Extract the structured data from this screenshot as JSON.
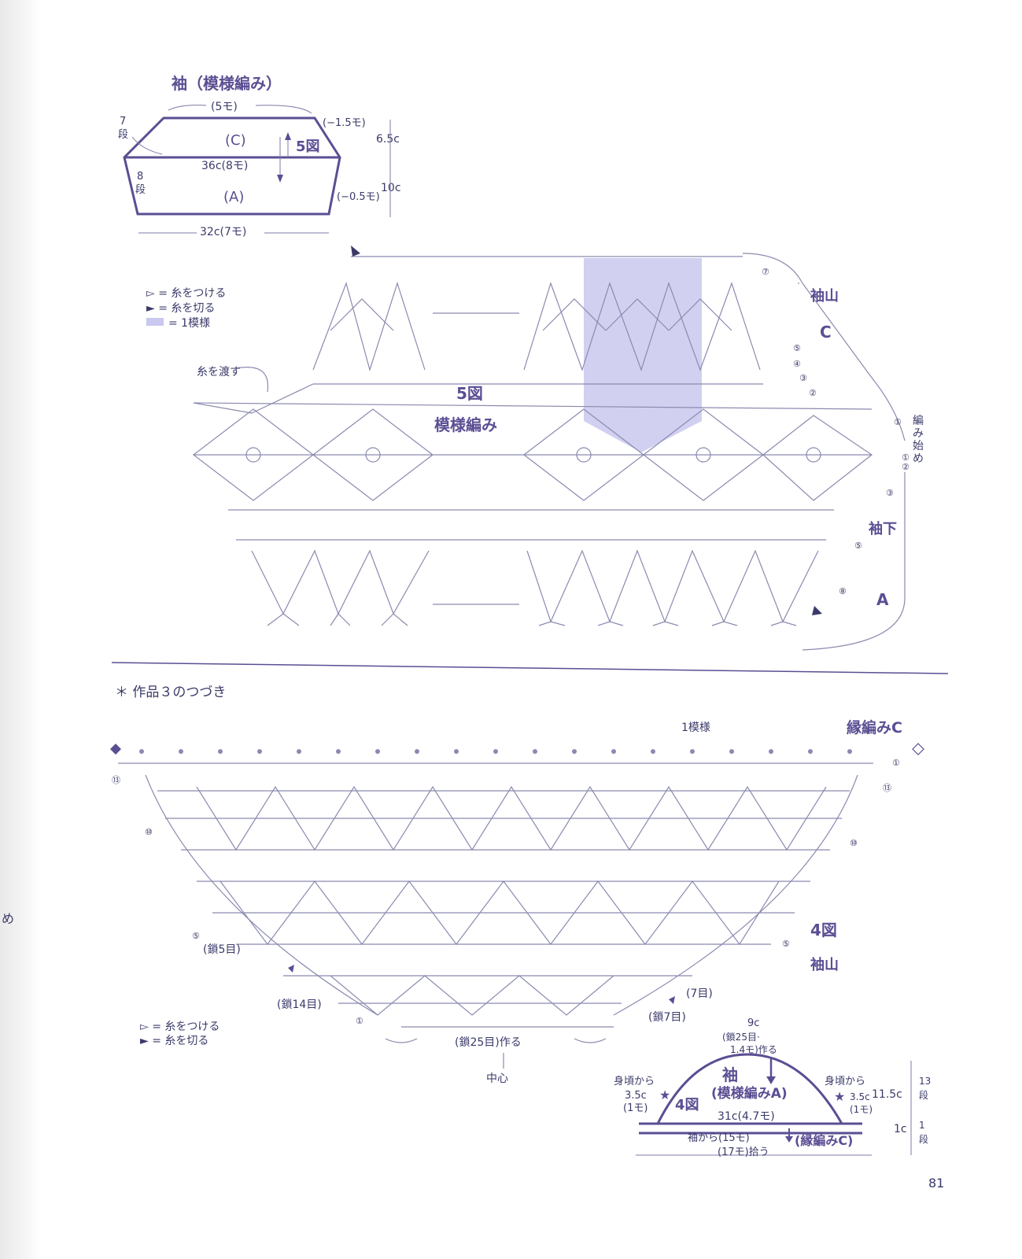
{
  "colors": {
    "accent": "#5b4e93",
    "ink": "#3a3a6a",
    "highlight": "#c9c8ef",
    "line": "#7b7ba8"
  },
  "margin_char": "め",
  "sleeve_schematic": {
    "title": "袖（模様編み）",
    "top": "(5モ)",
    "left_rows": [
      "7",
      "段"
    ],
    "left_rows_lower": [
      "8",
      "段"
    ],
    "sec_c": "(C)",
    "sec_a": "(A)",
    "arrow_label": "5図",
    "mid": "36c(8モ)",
    "dec_top": "(−1.5モ)",
    "dec_bottom": "(−0.5モ)",
    "h_top": "6.5c",
    "h_bottom": "10c",
    "bottom": "32c(7モ)"
  },
  "legend_top": {
    "attach": "▻ = 糸をつける",
    "cut": "► = 糸を切る",
    "repeat": "= 1模様"
  },
  "figure5": {
    "label": "5図",
    "sublabel": "模様編み",
    "carry": "糸を渡す",
    "sode_yama": "袖山",
    "c": "C",
    "start": [
      "編",
      "み",
      "始",
      "め"
    ],
    "sode_shita": "袖下",
    "a": "A",
    "rows_right": [
      "⑦",
      "⑤",
      "④",
      "③",
      "②",
      "①",
      "①",
      "②",
      "③",
      "⑤",
      "⑧"
    ]
  },
  "section2": {
    "heading": "＊ 作品３のつづき",
    "one_repeat": "1模様",
    "edge": "縁編みC",
    "rows_left": [
      "⑬",
      "⑩",
      "⑤"
    ],
    "rows_right": [
      "①",
      "⑬",
      "⑩",
      "⑤"
    ],
    "fig4": "4図",
    "fig4_sub": "袖山",
    "ch5": "(鎖5目)",
    "ch14": "(鎖14目)",
    "seven": "(7目)",
    "ch7": "(鎖7目)",
    "row1": "①",
    "foundation": "(鎖25目)作る",
    "center": "中心",
    "legend_attach": "▻ = 糸をつける",
    "legend_cut": "► = 糸を切る"
  },
  "schematic2": {
    "top_w": "9c",
    "top_ch": "(鎖25目·",
    "top_made": "1.4モ)作る",
    "title": "袖",
    "sub": "(模様編みA)",
    "left_from": "身頃から",
    "left_val": "3.5c",
    "left_mo": "(1モ)",
    "fig": "4図",
    "right_from": "身頃から",
    "right_val": "3.5c",
    "right_mo": "(1モ)",
    "height": "11.5c",
    "rows13": [
      "13",
      "段"
    ],
    "width": "31c(4.7モ)",
    "pick1": "袖から(15モ)",
    "pick2": "(17モ)拾う",
    "edge": "(縁編みC)",
    "edge_h": "1c",
    "rows1": [
      "1",
      "段"
    ]
  },
  "page_number": "81"
}
